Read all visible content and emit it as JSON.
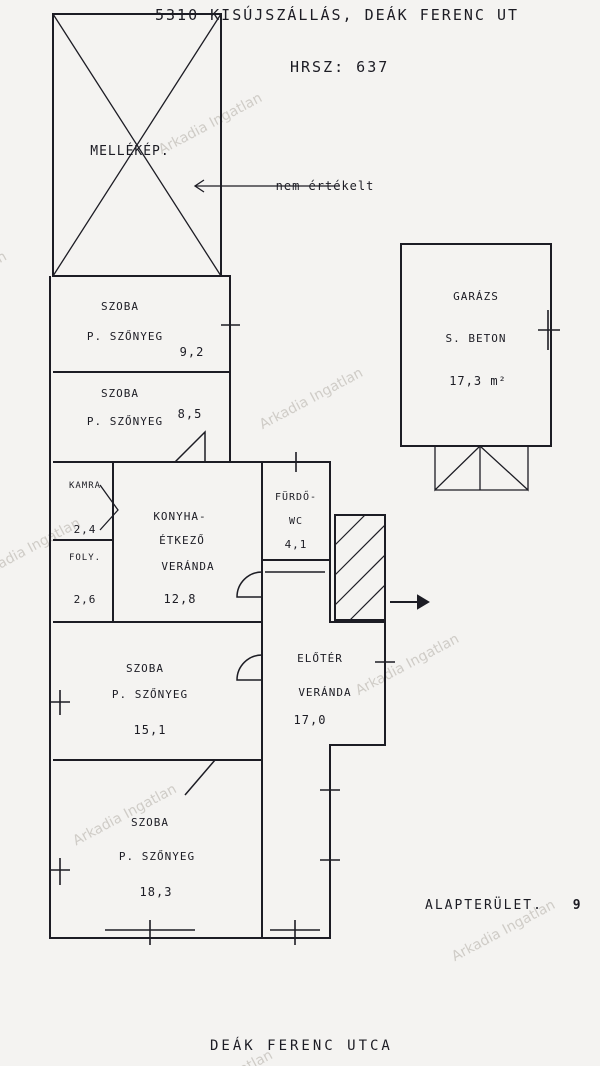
{
  "header": {
    "address": "5310  KISÚJSZÁLLÁS, DEÁK FERENC UT",
    "hrsz": "HRSZ:  637"
  },
  "annotation": {
    "unrated": "nem értékelt"
  },
  "rooms": {
    "mellekep": {
      "name": "MELLÉKÉP."
    },
    "szoba1": {
      "name": "SZOBA",
      "floor": "P. SZŐNYEG",
      "area": "9,2"
    },
    "szoba2": {
      "name": "SZOBA",
      "floor": "P. SZŐNYEG",
      "area": "8,5"
    },
    "kamra": {
      "name": "KAMRA",
      "area": "2,4"
    },
    "konyha": {
      "name1": "KONYHA-",
      "name2": "ÉTKEZŐ",
      "name3": "VERÁNDA",
      "area": "12,8"
    },
    "furdo": {
      "name1": "FÜRDŐ-",
      "name2": "WC",
      "area": "4,1"
    },
    "folyoso": {
      "name": "FOLY.",
      "area": "2,6"
    },
    "szoba3": {
      "name": "SZOBA",
      "floor": "P. SZŐNYEG",
      "area": "15,1"
    },
    "elotero": {
      "name1": "ELŐTÉR",
      "name2": "VERÁNDA",
      "area": "17,0"
    },
    "szoba4": {
      "name": "SZOBA",
      "floor": "P. SZŐNYEG",
      "area": "18,3"
    },
    "garazs": {
      "name": "GARÁZS",
      "floor": "S. BETON",
      "area": "17,3 m²"
    }
  },
  "footer": {
    "level": "ALAPTERÜLET.",
    "level_suffix": "9",
    "street": "DEÁK FERENC UTCA"
  },
  "watermark": "Arkadia Ingatlan",
  "colors": {
    "ink": "#1c1c24",
    "paper": "#f4f3f1",
    "watermark": "#c9c6c1"
  }
}
